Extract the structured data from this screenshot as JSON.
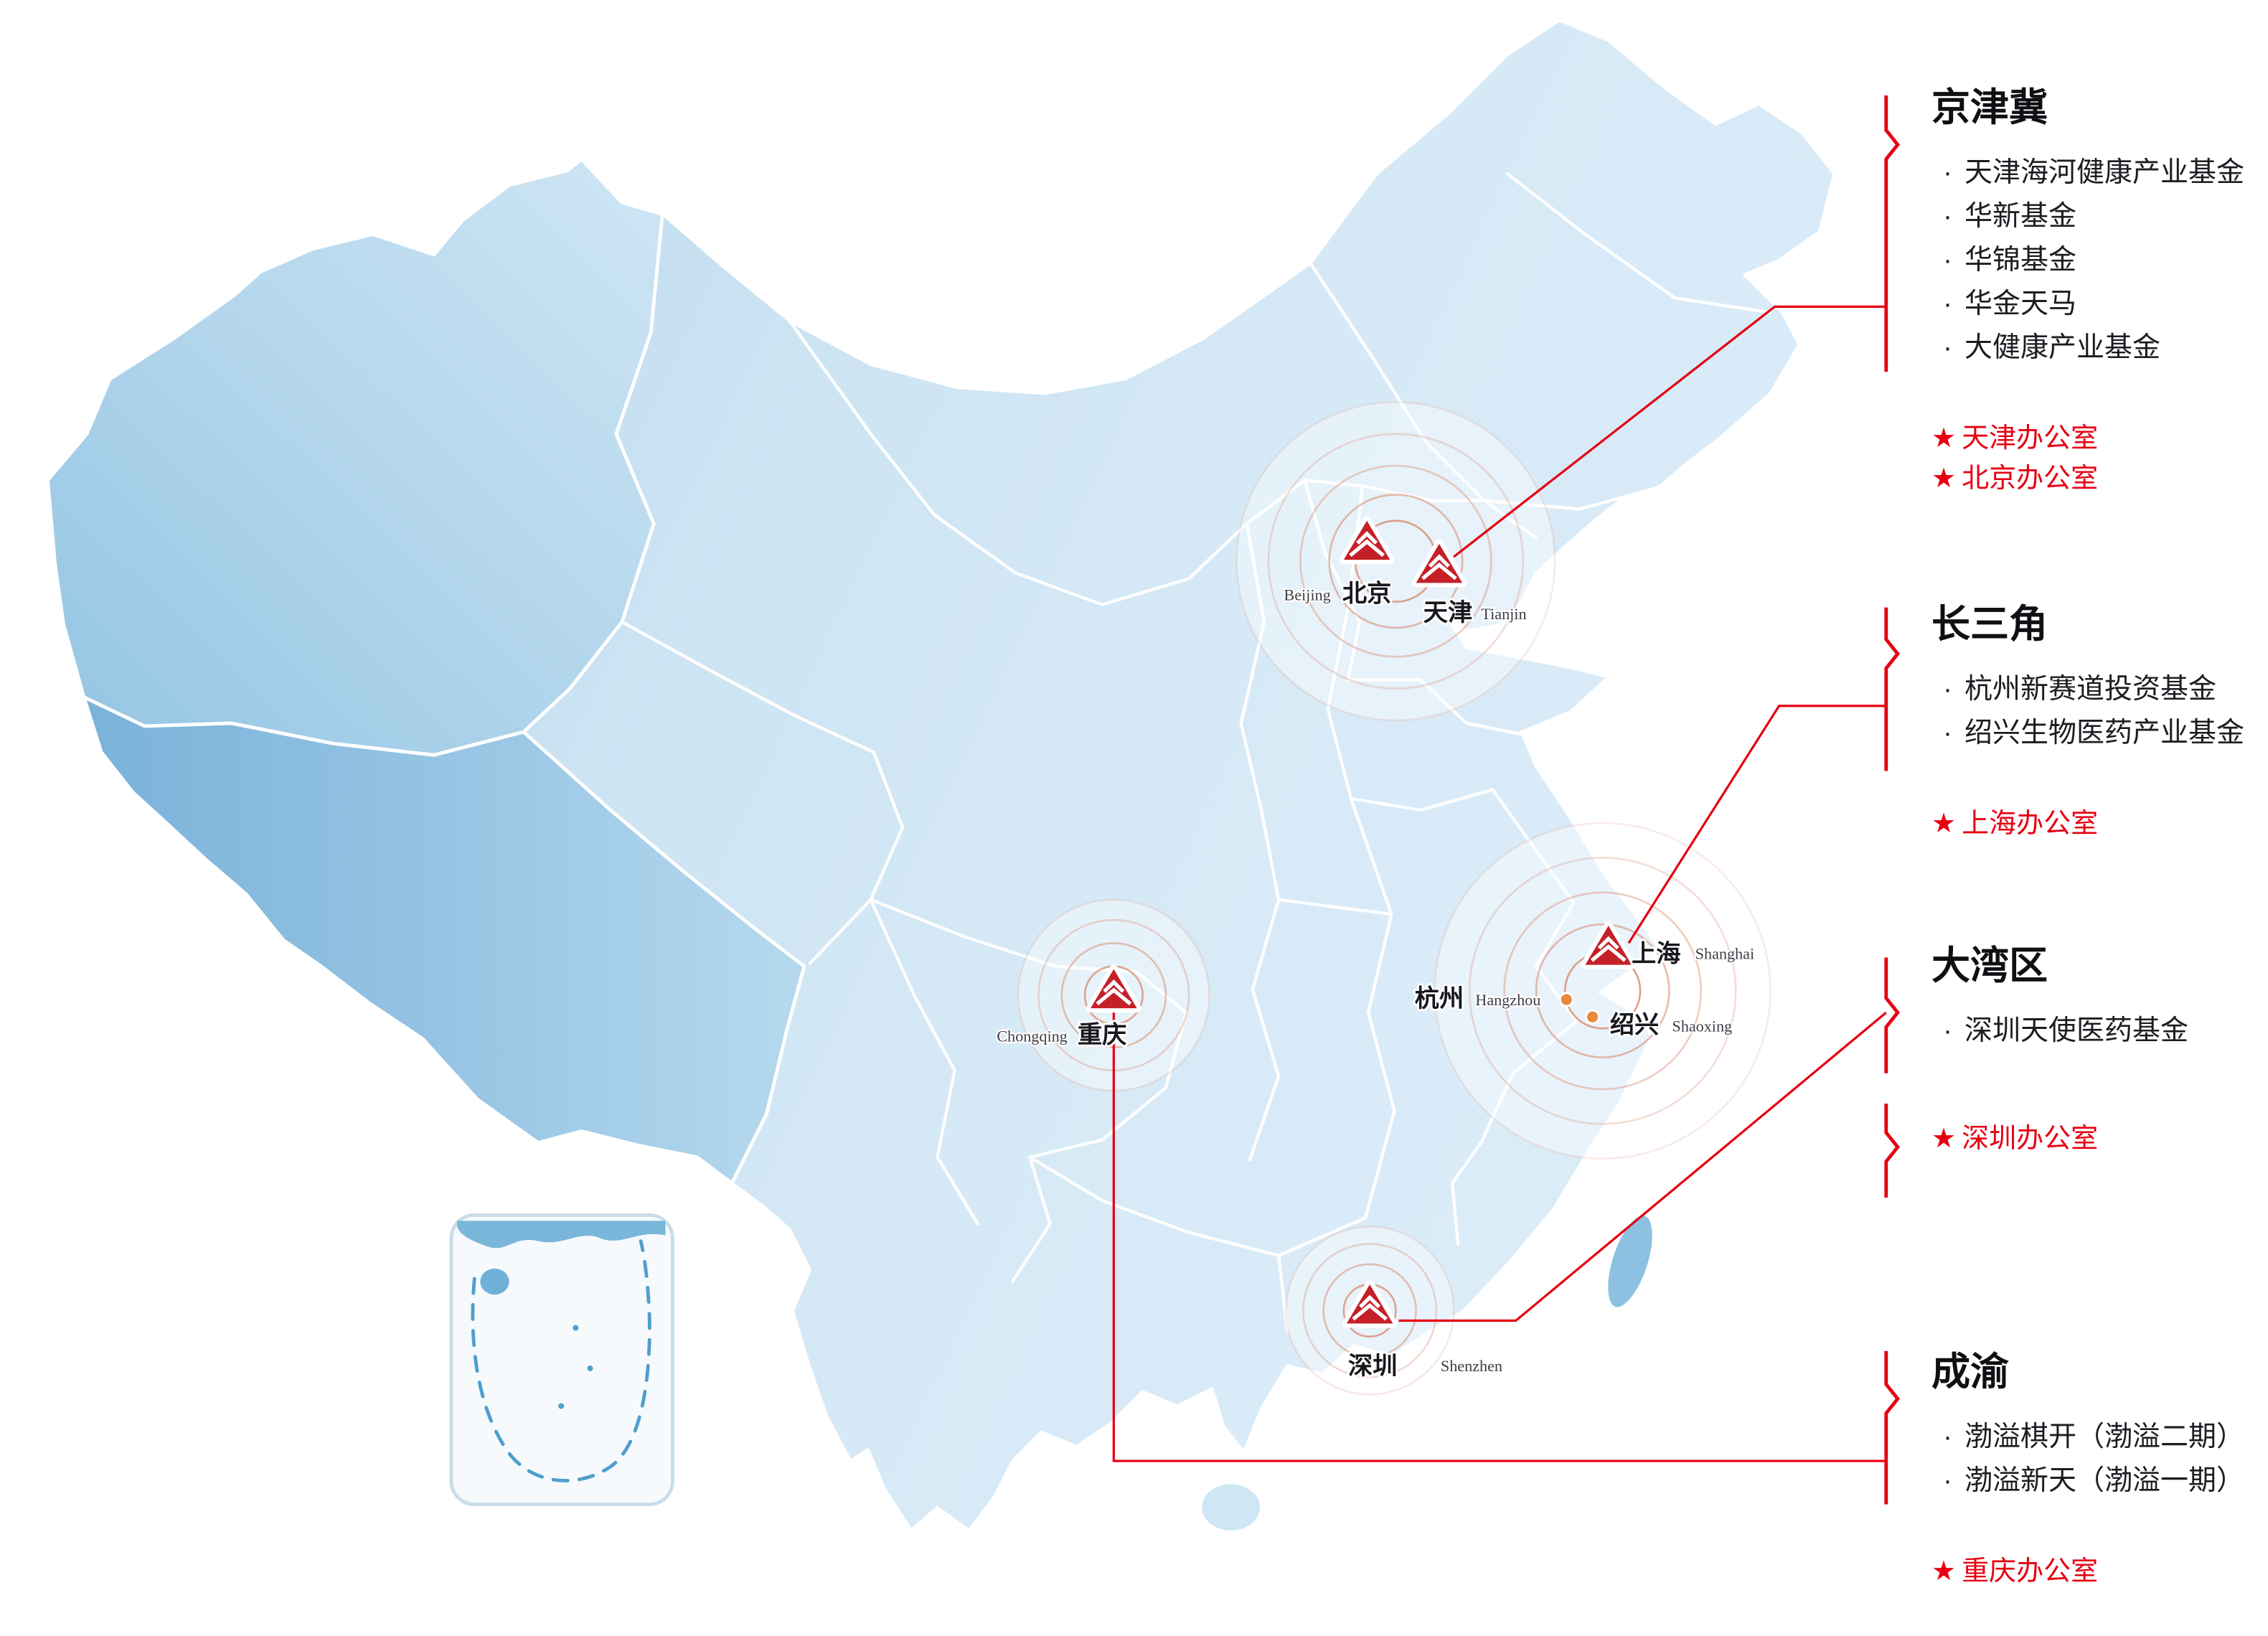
{
  "glyphs": {
    "bullet": "·",
    "star": "★"
  },
  "colors": {
    "accent_red": "#e60012",
    "marker_red": "#c51f28",
    "ripple_orange": "#db9076",
    "map_light_blue": "#d9eaf6",
    "map_deep_blue": "#7ab2d9"
  },
  "regions": [
    {
      "title": "京津冀",
      "funds": [
        "天津海河健康产业基金",
        "华新基金",
        "华锦基金",
        "华金天马",
        "大健康产业基金"
      ],
      "offices": [
        "天津办公室",
        "北京办公室"
      ]
    },
    {
      "title": "长三角",
      "funds": [
        "杭州新赛道投资基金",
        "绍兴生物医药产业基金"
      ],
      "offices": [
        "上海办公室"
      ]
    },
    {
      "title": "大湾区",
      "funds": [
        "深圳天使医药基金"
      ],
      "offices": [
        "深圳办公室"
      ]
    },
    {
      "title": "成渝",
      "funds": [
        "渤溢棋开（渤溢二期）",
        "渤溢新天（渤溢一期）"
      ],
      "offices": [
        "重庆办公室"
      ]
    }
  ],
  "cities": [
    {
      "name_zh": "北京",
      "name_en": "Beijing",
      "marker": "logo"
    },
    {
      "name_zh": "天津",
      "name_en": "Tianjin",
      "marker": "logo"
    },
    {
      "name_zh": "上海",
      "name_en": "Shanghai",
      "marker": "logo"
    },
    {
      "name_zh": "杭州",
      "name_en": "Hangzhou",
      "marker": "dot"
    },
    {
      "name_zh": "绍兴",
      "name_en": "Shaoxing",
      "marker": "dot"
    },
    {
      "name_zh": "重庆",
      "name_en": "Chongqing",
      "marker": "logo"
    },
    {
      "name_zh": "深圳",
      "name_en": "Shenzhen",
      "marker": "logo"
    }
  ]
}
